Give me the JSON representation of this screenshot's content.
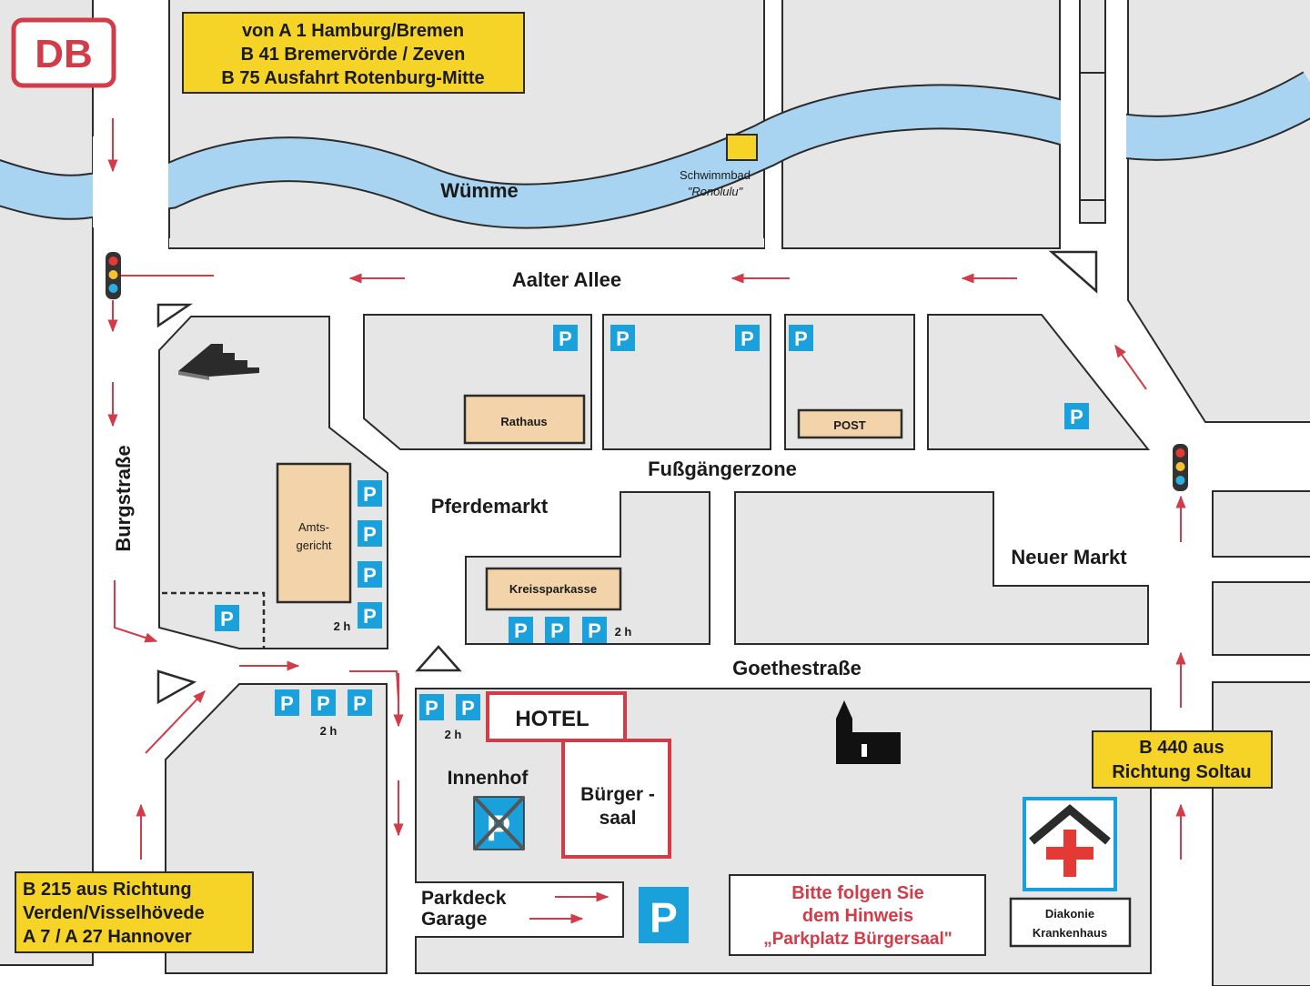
{
  "logo": {
    "text": "DB"
  },
  "signs": {
    "north": [
      "von A 1 Hamburg/Bremen",
      "B 41 Bremervörde / Zeven",
      "B 75 Ausfahrt Rotenburg-Mitte"
    ],
    "east": [
      "B 440 aus",
      "Richtung Soltau"
    ],
    "southwest": [
      "B 215 aus Richtung",
      "Verden/Visselhövede",
      "A 7 / A 27 Hannover"
    ]
  },
  "streets": {
    "river": "Wümme",
    "north_road": "Aalter Allee",
    "west_road": "Burgstraße",
    "pedestrian": "Fußgängerzone",
    "square": "Pferdemarkt",
    "new_market": "Neuer Markt",
    "south_road": "Goethestraße"
  },
  "buildings": {
    "swimming": [
      "Schwimmbad",
      "\"Ronolulu\""
    ],
    "town_hall": "Rathaus",
    "post": "POST",
    "court": [
      "Amts-",
      "gericht"
    ],
    "district_office": "Kreissparkasse",
    "hotel": "HOTEL",
    "hall": [
      "Bürger -",
      "saal"
    ],
    "courtyard": "Innenhof",
    "garage": [
      "Parkdeck",
      "Garage"
    ],
    "hospital": [
      "Diakonie",
      "Krankenhaus"
    ]
  },
  "notice": [
    "Bitte folgen Sie",
    "dem Hinweis",
    "„Parkplatz Bürgersaal\""
  ],
  "parking": {
    "symbol": "P",
    "limit": "2 h"
  },
  "colors": {
    "river": "#a8d4f2",
    "block": "#e6e6e6",
    "sign": "#f5d327",
    "parking": "#1aa1dc",
    "building": "#f3d4aa",
    "accent": "#d23c48"
  }
}
